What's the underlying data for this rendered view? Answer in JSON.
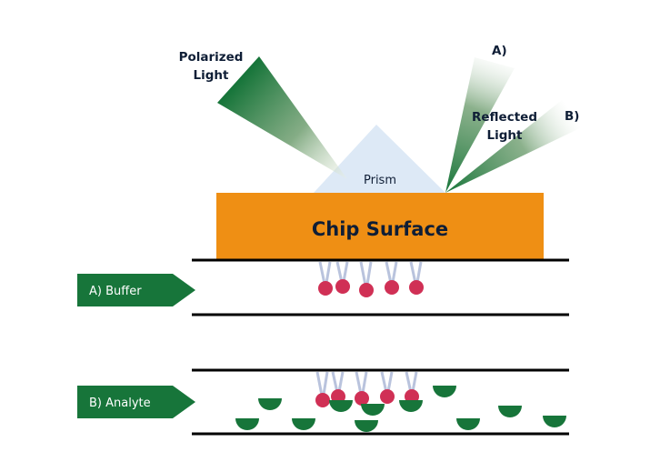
{
  "labels": {
    "incident": [
      "Polarized",
      "Light"
    ],
    "reflected": [
      "Reflected",
      "Light"
    ],
    "reflected_a": "A)",
    "reflected_b": "B)",
    "prism": "Prism",
    "chip": "Chip Surface"
  },
  "channels": [
    {
      "id": "A",
      "tag": "A) Buffer",
      "ligands": 5,
      "analytes_bound": 0,
      "analytes_free": 0
    },
    {
      "id": "B",
      "tag": "B) Analyte",
      "ligands": 5,
      "analytes_bound": 4,
      "analytes_free": 8
    }
  ],
  "colors": {
    "chip": "#ef8f14",
    "prism": "#dde9f6",
    "beam": "#17753a",
    "tag": "#17753a",
    "ligand_head": "#d03055",
    "ligand_stem": "#b9c3dd",
    "analyte": "#17753a",
    "line": "#000000",
    "text": "#0f1e36"
  }
}
